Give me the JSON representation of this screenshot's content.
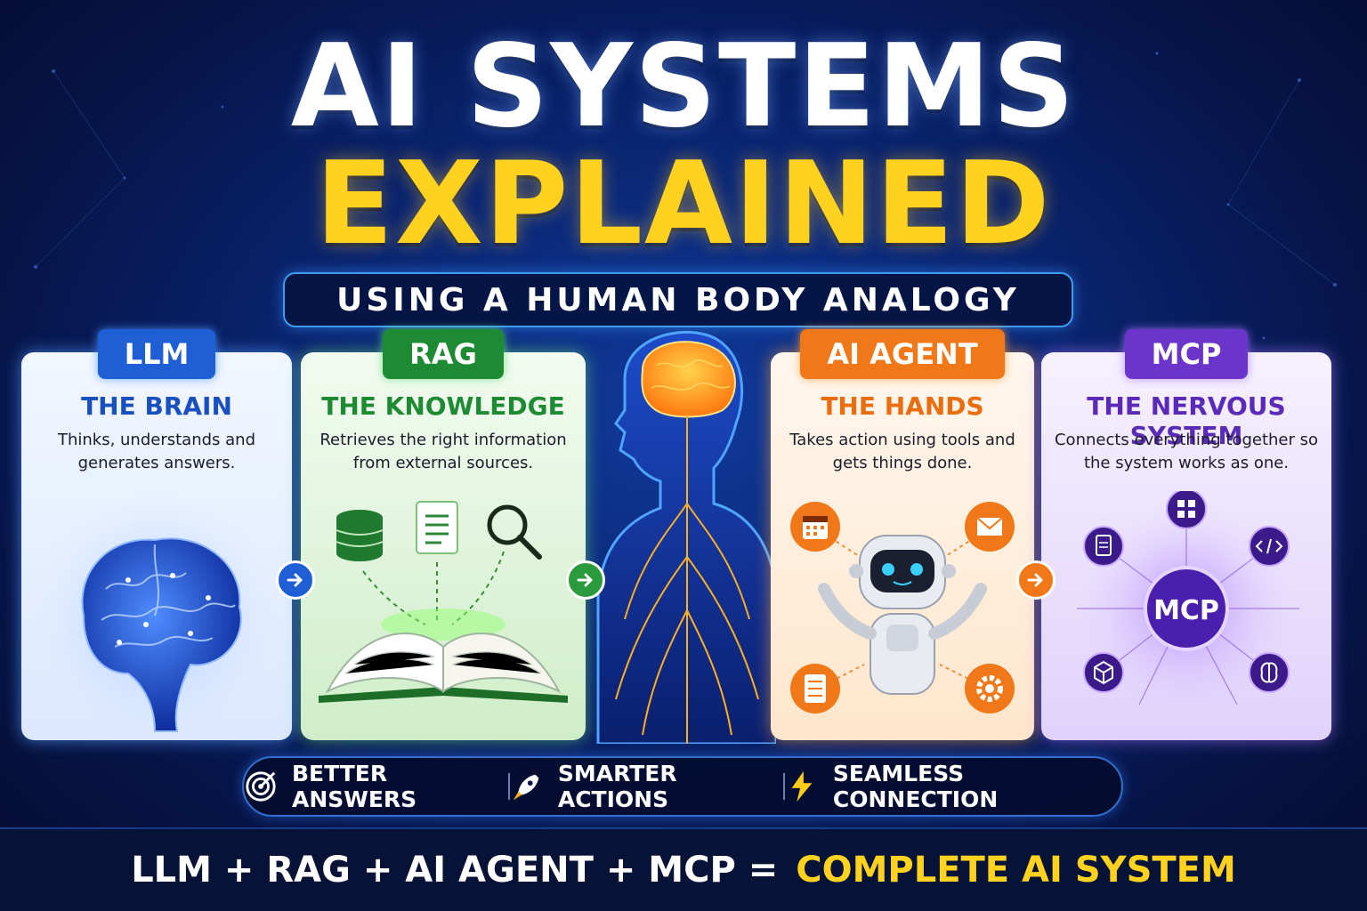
{
  "title": {
    "line1": "AI SYSTEMS",
    "line2": "EXPLAINED",
    "subtitle": "USING A HUMAN BODY ANALOGY"
  },
  "cards": [
    {
      "tag": "LLM",
      "title": "THE BRAIN",
      "description": "Thinks, understands and generates answers.",
      "accent": "#1f5fd6",
      "illustration": "brain-icon"
    },
    {
      "tag": "RAG",
      "title": "THE KNOWLEDGE",
      "description": "Retrieves the right information from external sources.",
      "accent": "#1f8a34",
      "illustration": "book-icon"
    },
    {
      "tag": "AI AGENT",
      "title": "THE HANDS",
      "description": "Takes action using tools and gets things done.",
      "accent": "#f07818",
      "illustration": "robot-icon"
    },
    {
      "tag": "MCP",
      "title": "THE NERVOUS SYSTEM",
      "description": "Connects everything together so the system works as one.",
      "accent": "#6a35c8",
      "illustration": "network-icon",
      "hub_label": "MCP"
    }
  ],
  "benefits": [
    {
      "icon": "target-icon",
      "label": "BETTER ANSWERS"
    },
    {
      "icon": "rocket-icon",
      "label": "SMARTER ACTIONS"
    },
    {
      "icon": "lightning-icon",
      "label": "SEAMLESS CONNECTION"
    }
  ],
  "footer": {
    "equation": "LLM + RAG + AI AGENT + MCP =",
    "result": "COMPLETE AI SYSTEM"
  },
  "colors": {
    "background": "#0a2470",
    "title_white": "#ffffff",
    "title_yellow": "#ffd21f"
  }
}
